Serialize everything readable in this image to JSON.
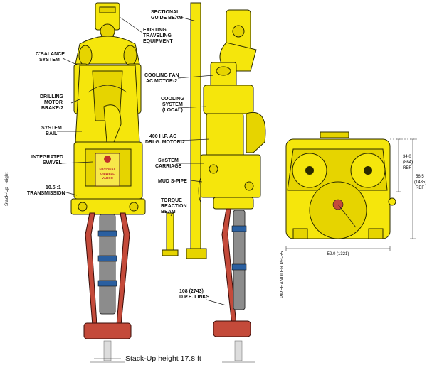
{
  "labels": {
    "cbalance_1": "C'BALANCE",
    "cbalance_2": "SYSTEM",
    "drilling_1": "DRILLING",
    "drilling_2": "MOTOR",
    "drilling_3": "BRAKE-2",
    "bail_1": "SYSTEM",
    "bail_2": "BAIL",
    "swivel_1": "INTEGRATED",
    "swivel_2": "SWIVEL",
    "trans_1": "10.5 :1",
    "trans_2": "TRANSMISSION",
    "guide_1": "SECTIONAL",
    "guide_2": "GUIDE BEAM",
    "travel_1": "EXISTING",
    "travel_2": "TRAVELING",
    "travel_3": "EQUIPMENT",
    "fan_1": "COOLING FAN",
    "fan_2": "AC MOTOR-2",
    "cool_1": "COOLING",
    "cool_2": "SYSTEM",
    "cool_3": "(LOCAL)",
    "motor_1": "400 H.P. AC",
    "motor_2": "DRLG. MOTOR-2",
    "carriage_1": "SYSTEM",
    "carriage_2": "CARRIAGE",
    "mud": "MUD S-PIPE",
    "torque_1": "TORQUE",
    "torque_2": "REACTION",
    "torque_3": "BEAM",
    "links_1": "108 (2743)",
    "links_2": "D.P.E. LINKS",
    "stackup_side": "Stack-Up Height",
    "logo_1": "NATIONAL",
    "logo_2": "OILWELL",
    "logo_3": "VARCO",
    "dim_height_1": "34.0",
    "dim_height_2": "(864)",
    "dim_height_3": "REF",
    "dim_total_1": "56.5",
    "dim_total_2": "(1435)",
    "dim_total_3": "REF",
    "dim_width": "52.0 (1321)",
    "pipehandler": "PIPEHANDLER PH-55",
    "footer": "Stack-Up height 17.8 ft"
  },
  "colors": {
    "body_yellow": "#f5e60c",
    "link_red": "#c44a3a"
  }
}
